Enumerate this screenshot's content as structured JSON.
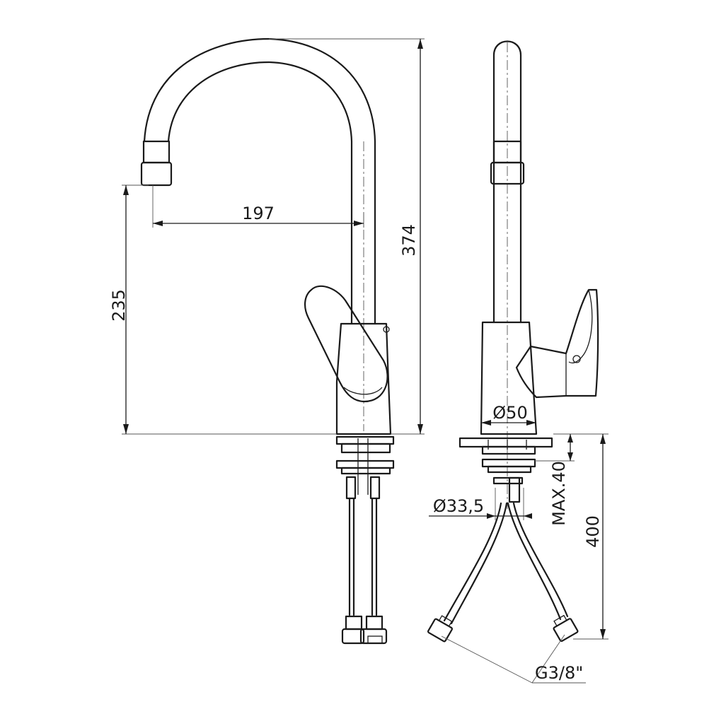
{
  "dimensions": {
    "spout_reach": "197",
    "total_height": "374",
    "outlet_height": "235",
    "body_diameter": "Ø50",
    "hole_diameter": "Ø33,5",
    "max_counter_thickness": "MAX.40",
    "hose_length": "400",
    "connection_thread": "G3/8\""
  }
}
